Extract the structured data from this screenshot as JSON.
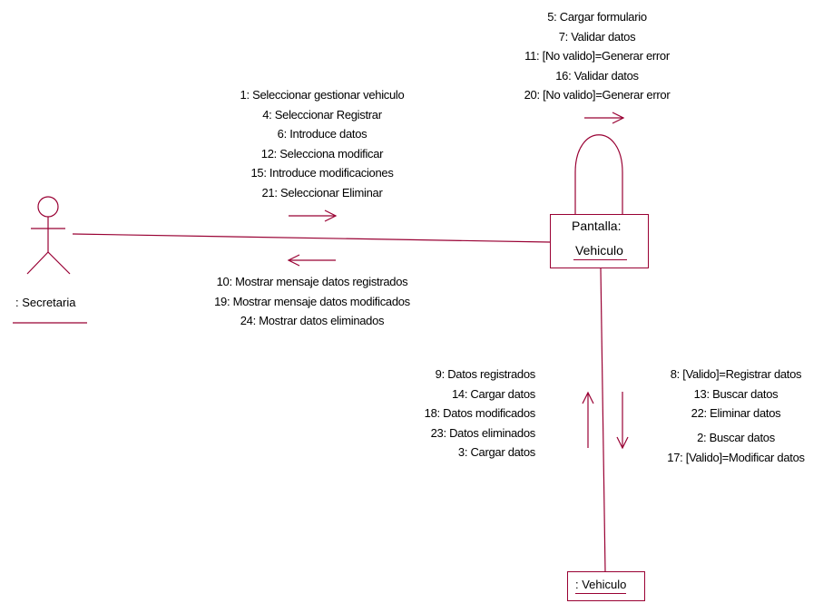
{
  "colors": {
    "line": "#990033",
    "text": "#000000",
    "background": "#ffffff"
  },
  "actor": {
    "name": ": Secretaria"
  },
  "objects": {
    "pantalla": {
      "line1": "Pantalla:",
      "line2": "Vehiculo"
    },
    "vehiculo": {
      "name": ": Vehiculo"
    }
  },
  "messages": {
    "self_loop": [
      "5: Cargar formulario",
      "7: Validar datos",
      "11: [No valido]=Generar error",
      "16: Validar datos",
      "20: [No valido]=Generar error"
    ],
    "actor_to_pantalla": [
      "1: Seleccionar gestionar vehiculo",
      "4: Seleccionar Registrar",
      "6: Introduce datos",
      "12: Selecciona modificar",
      "15: Introduce modificaciones",
      "21: Seleccionar Eliminar"
    ],
    "pantalla_to_actor": [
      "10: Mostrar mensaje datos registrados",
      "19: Mostrar mensaje datos modificados",
      "24: Mostrar datos eliminados"
    ],
    "vehiculo_to_pantalla": [
      "9: Datos registrados",
      "14: Cargar datos",
      "18: Datos modificados",
      "23: Datos eliminados",
      "3: Cargar datos"
    ],
    "pantalla_to_vehiculo": [
      "8: [Valido]=Registrar datos",
      "13: Buscar datos",
      "22: Eliminar datos",
      "2: Buscar datos",
      "17: [Valido]=Modificar datos"
    ]
  }
}
